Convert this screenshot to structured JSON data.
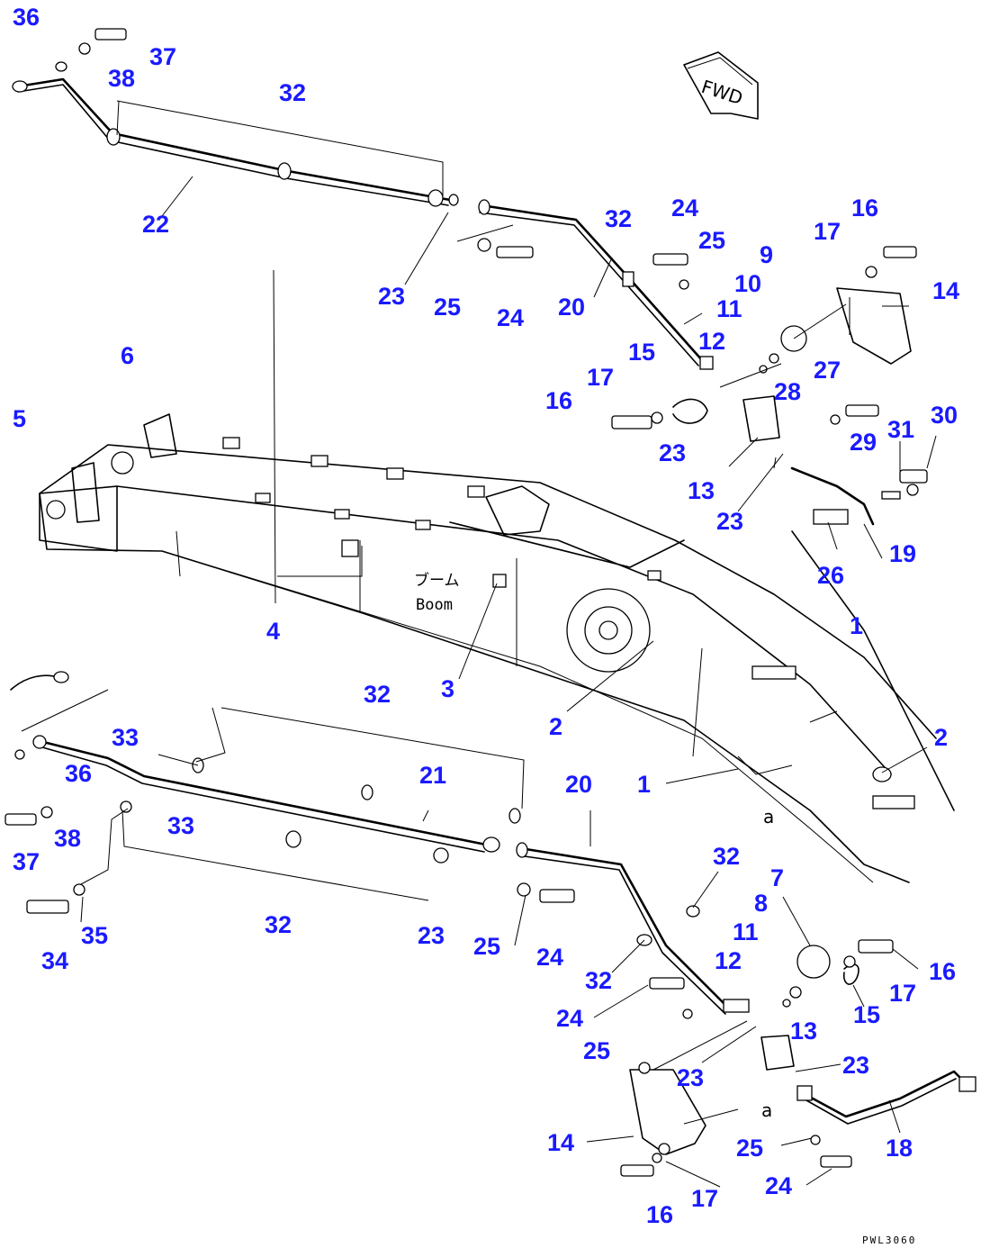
{
  "diagram": {
    "fwd_label": "FWD",
    "boom_label_jp": "ブーム",
    "boom_label_en": "Boom",
    "view_marker": "a",
    "drawing_code": "PWL3060"
  },
  "callouts": [
    {
      "id": "c36a",
      "label": "36"
    },
    {
      "id": "c37a",
      "label": "37"
    },
    {
      "id": "c38a",
      "label": "38"
    },
    {
      "id": "c32a",
      "label": "32"
    },
    {
      "id": "c22",
      "label": "22"
    },
    {
      "id": "c23a",
      "label": "23"
    },
    {
      "id": "c25a",
      "label": "25"
    },
    {
      "id": "c24a",
      "label": "24"
    },
    {
      "id": "c20a",
      "label": "20"
    },
    {
      "id": "c32b",
      "label": "32"
    },
    {
      "id": "c24b",
      "label": "24"
    },
    {
      "id": "c25b",
      "label": "25"
    },
    {
      "id": "c9",
      "label": "9"
    },
    {
      "id": "c17a",
      "label": "17"
    },
    {
      "id": "c16a",
      "label": "16"
    },
    {
      "id": "c14a",
      "label": "14"
    },
    {
      "id": "c10",
      "label": "10"
    },
    {
      "id": "c11a",
      "label": "11"
    },
    {
      "id": "c12a",
      "label": "12"
    },
    {
      "id": "c15a",
      "label": "15"
    },
    {
      "id": "c17b",
      "label": "17"
    },
    {
      "id": "c16b",
      "label": "16"
    },
    {
      "id": "c28",
      "label": "28"
    },
    {
      "id": "c27",
      "label": "27"
    },
    {
      "id": "c23b",
      "label": "23"
    },
    {
      "id": "c13a",
      "label": "13"
    },
    {
      "id": "c23c",
      "label": "23"
    },
    {
      "id": "c29",
      "label": "29"
    },
    {
      "id": "c31",
      "label": "31"
    },
    {
      "id": "c30",
      "label": "30"
    },
    {
      "id": "c19",
      "label": "19"
    },
    {
      "id": "c26",
      "label": "26"
    },
    {
      "id": "c6",
      "label": "6"
    },
    {
      "id": "c5",
      "label": "5"
    },
    {
      "id": "c4",
      "label": "4"
    },
    {
      "id": "c3",
      "label": "3"
    },
    {
      "id": "c2a",
      "label": "2"
    },
    {
      "id": "c1a",
      "label": "1"
    },
    {
      "id": "c2b",
      "label": "2"
    },
    {
      "id": "c1b",
      "label": "1"
    },
    {
      "id": "c32c",
      "label": "32"
    },
    {
      "id": "c21",
      "label": "21"
    },
    {
      "id": "c20b",
      "label": "20"
    },
    {
      "id": "c33a",
      "label": "33"
    },
    {
      "id": "c36b",
      "label": "36"
    },
    {
      "id": "c33b",
      "label": "33"
    },
    {
      "id": "c38b",
      "label": "38"
    },
    {
      "id": "c37b",
      "label": "37"
    },
    {
      "id": "c35",
      "label": "35"
    },
    {
      "id": "c34",
      "label": "34"
    },
    {
      "id": "c32d",
      "label": "32"
    },
    {
      "id": "c23d",
      "label": "23"
    },
    {
      "id": "c25c",
      "label": "25"
    },
    {
      "id": "c24c",
      "label": "24"
    },
    {
      "id": "c32e",
      "label": "32"
    },
    {
      "id": "c7",
      "label": "7"
    },
    {
      "id": "c8",
      "label": "8"
    },
    {
      "id": "c11b",
      "label": "11"
    },
    {
      "id": "c12b",
      "label": "12"
    },
    {
      "id": "c16c",
      "label": "16"
    },
    {
      "id": "c17c",
      "label": "17"
    },
    {
      "id": "c15b",
      "label": "15"
    },
    {
      "id": "c32f",
      "label": "32"
    },
    {
      "id": "c24d",
      "label": "24"
    },
    {
      "id": "c25d",
      "label": "25"
    },
    {
      "id": "c13b",
      "label": "13"
    },
    {
      "id": "c23e",
      "label": "23"
    },
    {
      "id": "c23f",
      "label": "23"
    },
    {
      "id": "c14b",
      "label": "14"
    },
    {
      "id": "c25e",
      "label": "25"
    },
    {
      "id": "c18",
      "label": "18"
    },
    {
      "id": "c24e",
      "label": "24"
    },
    {
      "id": "c17d",
      "label": "17"
    },
    {
      "id": "c16d",
      "label": "16"
    }
  ]
}
